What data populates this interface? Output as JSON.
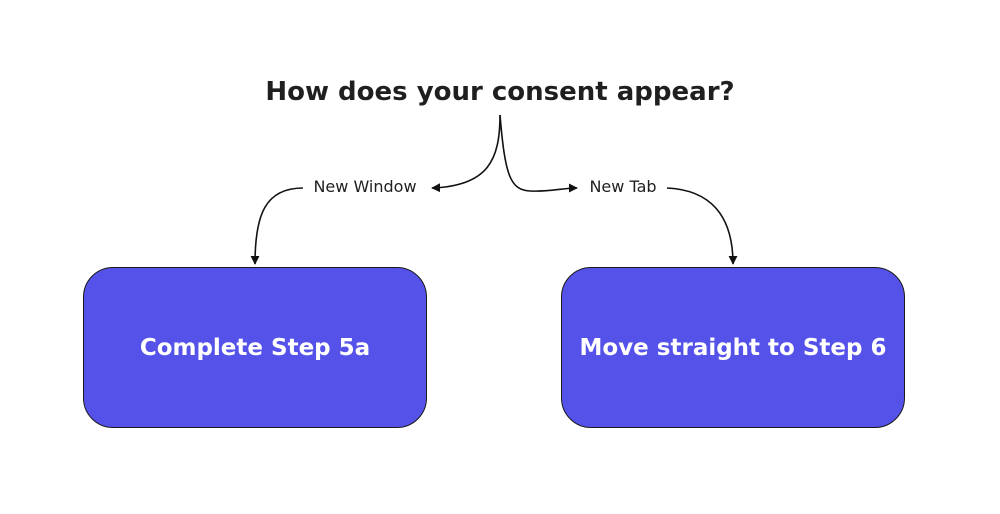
{
  "question": "How does your consent appear?",
  "branches": [
    {
      "edge_label": "New Window",
      "outcome": "Complete Step 5a"
    },
    {
      "edge_label": "New Tab",
      "outcome": "Move straight to Step 6"
    }
  ],
  "colors": {
    "node_fill": "#5552ea",
    "node_border": "#1a1a1a",
    "node_text": "#ffffff",
    "text": "#1f1f1f",
    "connector": "#111111",
    "background": "#ffffff"
  }
}
